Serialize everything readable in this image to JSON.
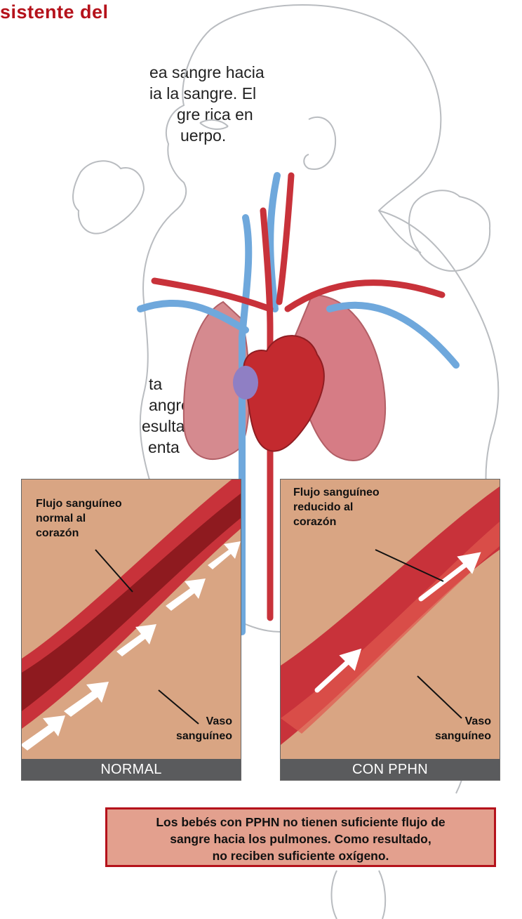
{
  "header": {
    "title_fragment": "sistente del"
  },
  "intro_paragraph": {
    "lines": [
      "ea sangre hacia",
      "ia la sangre. El",
      "gre rica en",
      "uerpo."
    ]
  },
  "second_paragraph": {
    "lines": [
      "ta",
      "angre",
      "esultado,",
      "enta"
    ]
  },
  "panels": {
    "normal": {
      "flow_label": "Flujo sanguíneo\nnormal al\ncorazón",
      "vessel_label": "Vaso\nsanguíneo",
      "caption": "NORMAL"
    },
    "pphn": {
      "flow_label": "Flujo sanguíneo\nreducido al\ncorazón",
      "vessel_label": "Vaso\nsanguíneo",
      "caption": "CON PPHN"
    }
  },
  "note": {
    "text_lines": [
      "Los bebés con PPHN no tienen suficiente flujo de",
      "sangre hacia los pulmones. Como resultado,",
      "no reciben suficiente oxígeno."
    ]
  },
  "colors": {
    "accent_red": "#b5121b",
    "note_bg": "#e3a08e",
    "caption_bar": "#5a5b5d",
    "vessel_red": "#c8323a",
    "vein_blue": "#6fa8dc",
    "skin_panel": "#d9a583"
  }
}
